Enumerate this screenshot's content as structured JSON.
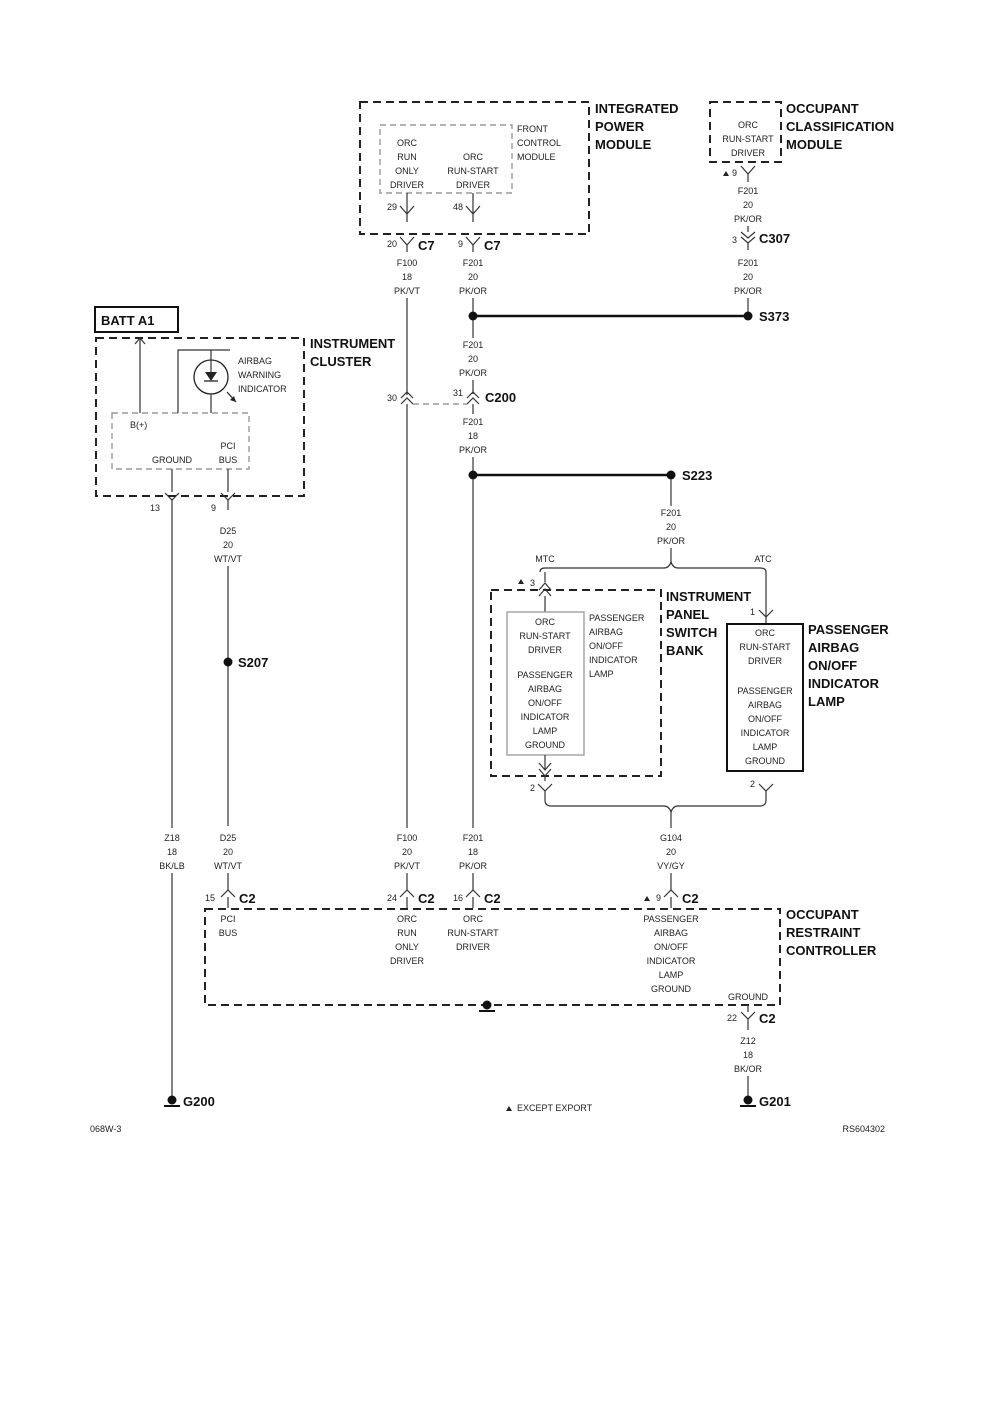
{
  "modules": {
    "ipm": {
      "name": [
        "INTEGRATED",
        "POWER",
        "MODULE"
      ],
      "fcm": [
        "FRONT",
        "CONTROL",
        "MODULE"
      ],
      "run_only": [
        "ORC",
        "RUN",
        "ONLY",
        "DRIVER"
      ],
      "run_start": [
        "ORC",
        "RUN-START",
        "DRIVER"
      ]
    },
    "ocm": {
      "name": [
        "OCCUPANT",
        "CLASSIFICATION",
        "MODULE"
      ],
      "driver": [
        "ORC",
        "RUN-START",
        "DRIVER"
      ]
    },
    "batt": "BATT A1",
    "cluster": {
      "name": [
        "INSTRUMENT",
        "CLUSTER"
      ],
      "indicator": [
        "AIRBAG",
        "WARNING",
        "INDICATOR"
      ],
      "bplus": "B(+)",
      "ground": "GROUND",
      "pci": [
        "PCI",
        "BUS"
      ]
    },
    "switch_bank": {
      "name": [
        "INSTRUMENT",
        "PANEL",
        "SWITCH",
        "BANK"
      ],
      "inner": [
        "ORC",
        "RUN-START",
        "DRIVER",
        "",
        "PASSENGER",
        "AIRBAG",
        "ON/OFF",
        "INDICATOR",
        "LAMP",
        "GROUND"
      ],
      "right": [
        "PASSENGER",
        "AIRBAG",
        "ON/OFF",
        "INDICATOR",
        "LAMP"
      ]
    },
    "pass_lamp": {
      "name": [
        "PASSENGER",
        "AIRBAG",
        "ON/OFF",
        "INDICATOR",
        "LAMP"
      ],
      "inner": [
        "ORC",
        "RUN-START",
        "DRIVER",
        "",
        "PASSENGER",
        "AIRBAG",
        "ON/OFF",
        "INDICATOR",
        "LAMP",
        "GROUND"
      ]
    },
    "orc": {
      "name": [
        "OCCUPANT",
        "RESTRAINT",
        "CONTROLLER"
      ],
      "pci": [
        "PCI",
        "BUS"
      ],
      "run_only": [
        "ORC",
        "RUN",
        "ONLY",
        "DRIVER"
      ],
      "run_start": [
        "ORC",
        "RUN-START",
        "DRIVER"
      ],
      "lamp_ground": [
        "PASSENGER",
        "AIRBAG",
        "ON/OFF",
        "INDICATOR",
        "LAMP",
        "GROUND"
      ],
      "ground": "GROUND"
    }
  },
  "connectors": {
    "c7": "C7",
    "c307": "C307",
    "c200": "C200",
    "c2": "C2",
    "s373": "S373",
    "s223": "S223",
    "s207": "S207",
    "g200": "G200",
    "g201": "G201"
  },
  "pins": {
    "ipm_29": "29",
    "ipm_48": "48",
    "c7_20": "20",
    "c7_9": "9",
    "ocm_9": "9",
    "c307_3": "3",
    "c200_30": "30",
    "c200_31": "31",
    "ic_13": "13",
    "ic_9": "9",
    "sb_3": "3",
    "sb_2": "2",
    "pl_1": "1",
    "pl_2": "2",
    "c2_15": "15",
    "c2_24": "24",
    "c2_16": "16",
    "c2_9": "9",
    "c2_22": "22"
  },
  "wires": {
    "f100_top": [
      "F100",
      "18",
      "PK/VT"
    ],
    "f201_top": [
      "F201",
      "20",
      "PK/OR"
    ],
    "f201_ocm1": [
      "F201",
      "20",
      "PK/OR"
    ],
    "f201_ocm2": [
      "F201",
      "20",
      "PK/OR"
    ],
    "f201_mid": [
      "F201",
      "20",
      "PK/OR"
    ],
    "f201_c200": [
      "F201",
      "18",
      "PK/OR"
    ],
    "f201_s223": [
      "F201",
      "20",
      "PK/OR"
    ],
    "d25_top": [
      "D25",
      "20",
      "WT/VT"
    ],
    "z18": [
      "Z18",
      "18",
      "BK/LB"
    ],
    "d25_bot": [
      "D25",
      "20",
      "WT/VT"
    ],
    "f100_bot": [
      "F100",
      "20",
      "PK/VT"
    ],
    "f201_bot": [
      "F201",
      "18",
      "PK/OR"
    ],
    "g104": [
      "G104",
      "20",
      "VY/GY"
    ],
    "z12": [
      "Z12",
      "18",
      "BK/OR"
    ]
  },
  "labels": {
    "mtc": "MTC",
    "atc": "ATC",
    "except_export": "EXCEPT EXPORT",
    "left_code": "068W-3",
    "right_code": "RS604302"
  }
}
